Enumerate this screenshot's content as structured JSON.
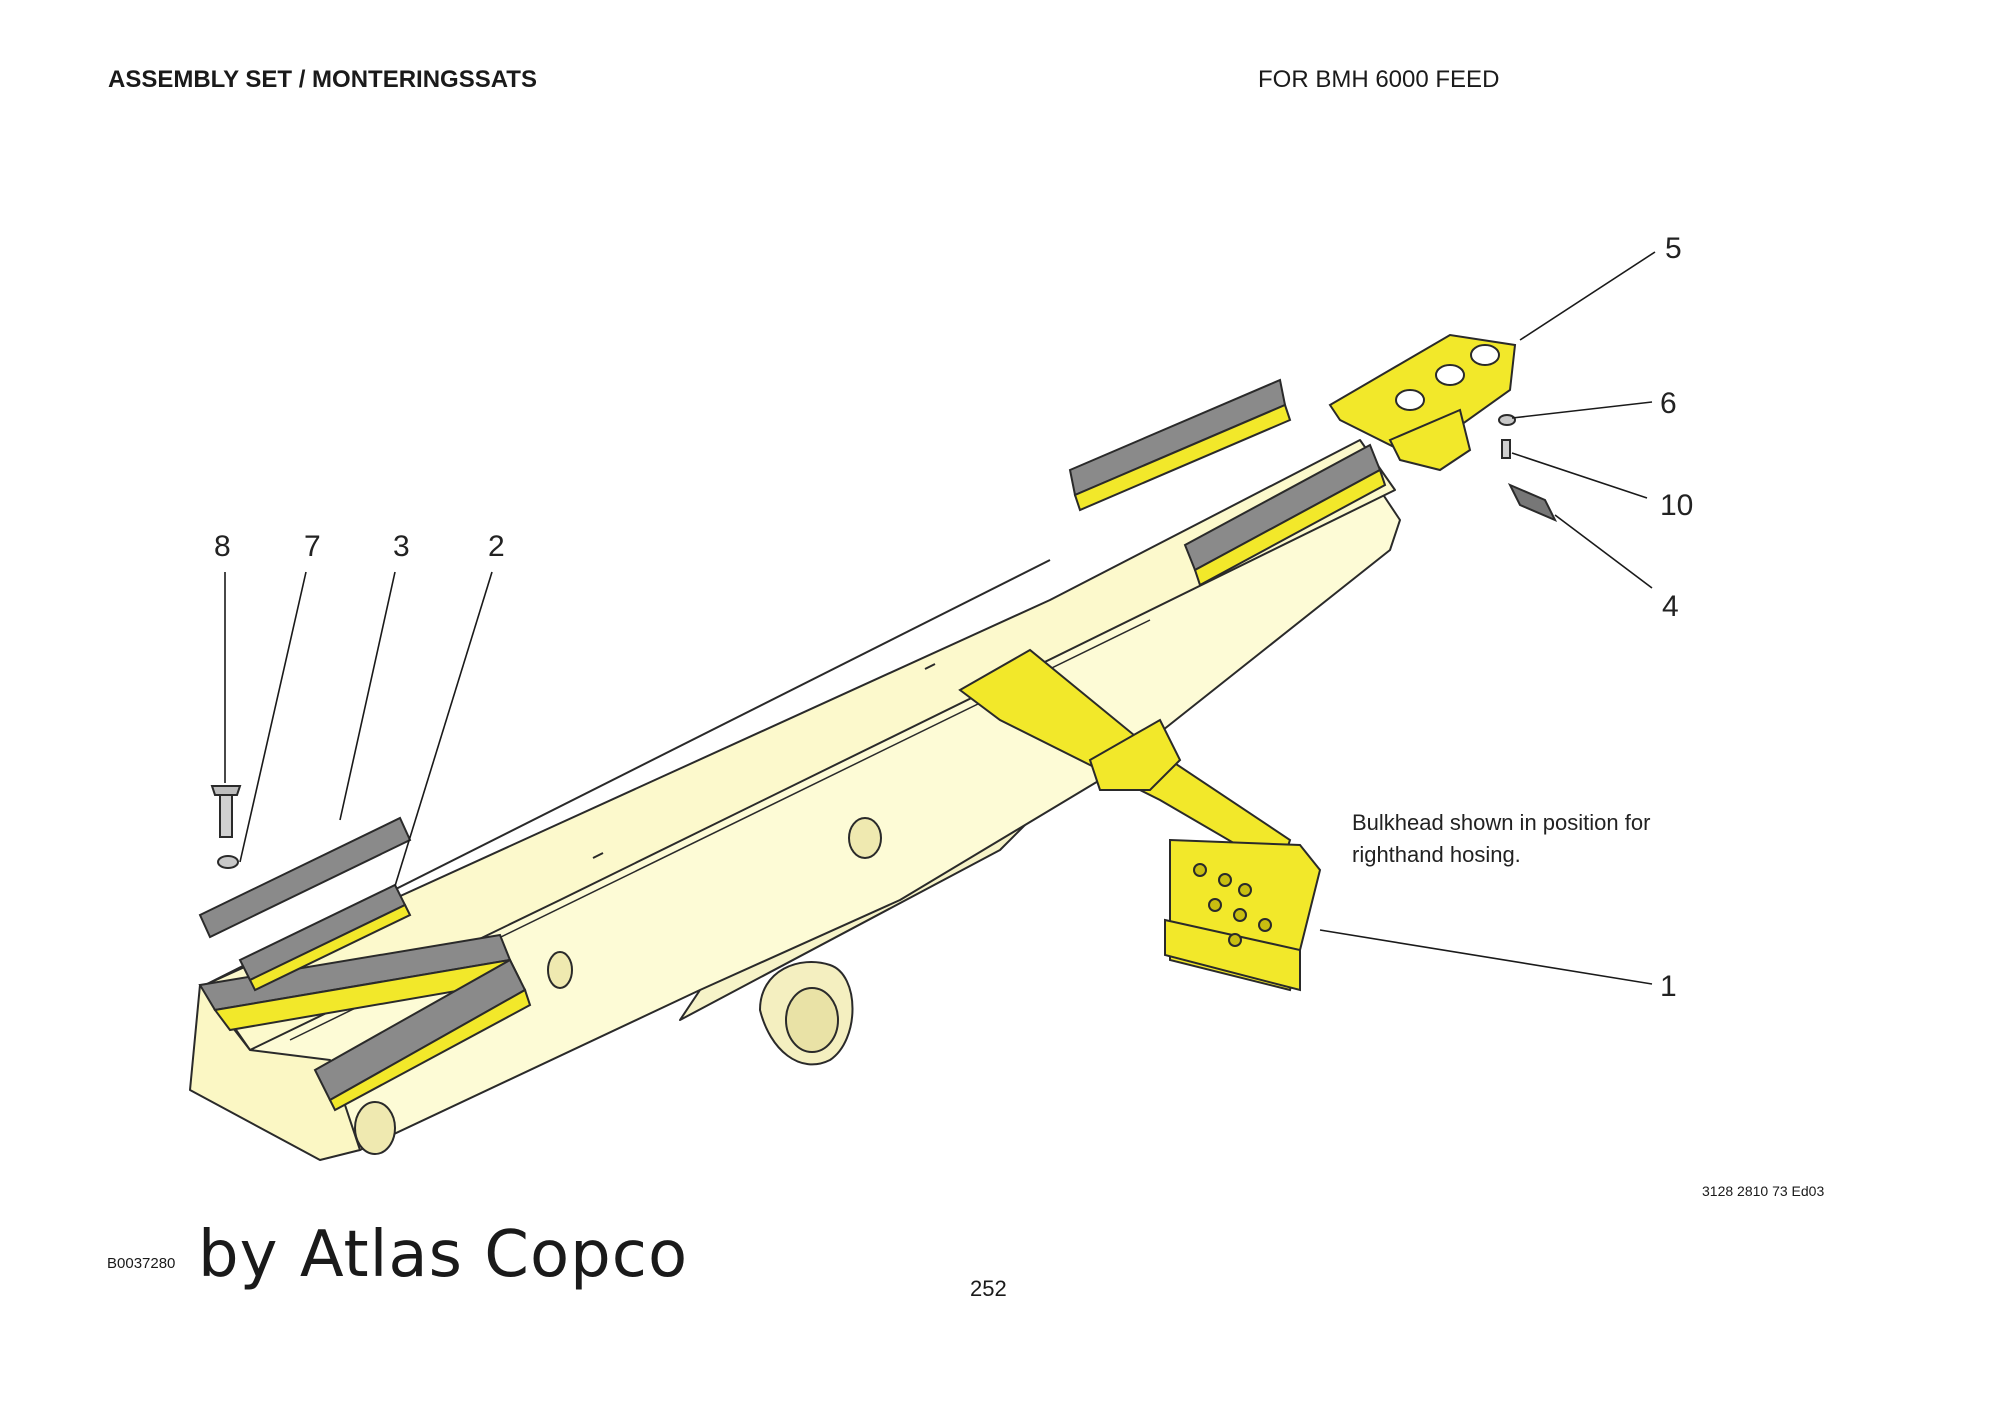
{
  "header": {
    "title_left": "ASSEMBLY SET / MONTERINGSSATS",
    "title_right": "FOR BMH 6000 FEED"
  },
  "callouts": [
    "5",
    "6",
    "10",
    "4",
    "8",
    "7",
    "3",
    "2",
    "1"
  ],
  "note": {
    "line1": "Bulkhead shown in position for",
    "line2": "righthand hosing."
  },
  "footer": {
    "doc_ref": "3128 2810 73 Ed03",
    "drawing_no": "B0037280",
    "brand": "by Atlas Copco",
    "page_number": "252"
  },
  "colors": {
    "beam_fill": "#fdfbd6",
    "part_yellow": "#f2e82a",
    "steel_grey": "#8a8a8a",
    "line": "#2a2a2a"
  }
}
